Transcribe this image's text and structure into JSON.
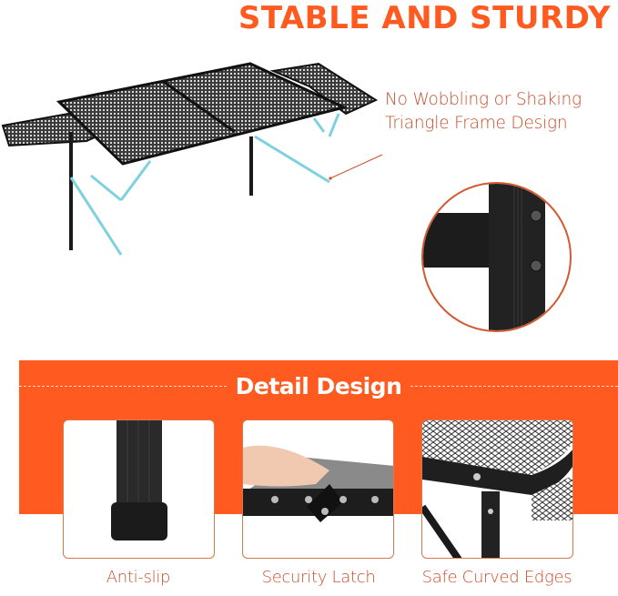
{
  "headline": "STABLE AND STURDY",
  "callout": {
    "line1": "No Wobbling or Shaking",
    "line2": "Triangle Frame Design"
  },
  "detail_section": {
    "title": "Detail Design",
    "cards": [
      {
        "label": "Anti-slip",
        "image": "table-leg-foot-cap"
      },
      {
        "label": "Security Latch",
        "image": "hand-pressing-latch"
      },
      {
        "label": "Safe Curved Edges",
        "image": "rounded-table-corner"
      }
    ]
  },
  "colors": {
    "accent": "#ff5a1f",
    "label_text": "#c8502c",
    "card_border": "#d8784f",
    "leg_blue": "#7fd0e0",
    "frame_black": "#1a1a1a"
  }
}
